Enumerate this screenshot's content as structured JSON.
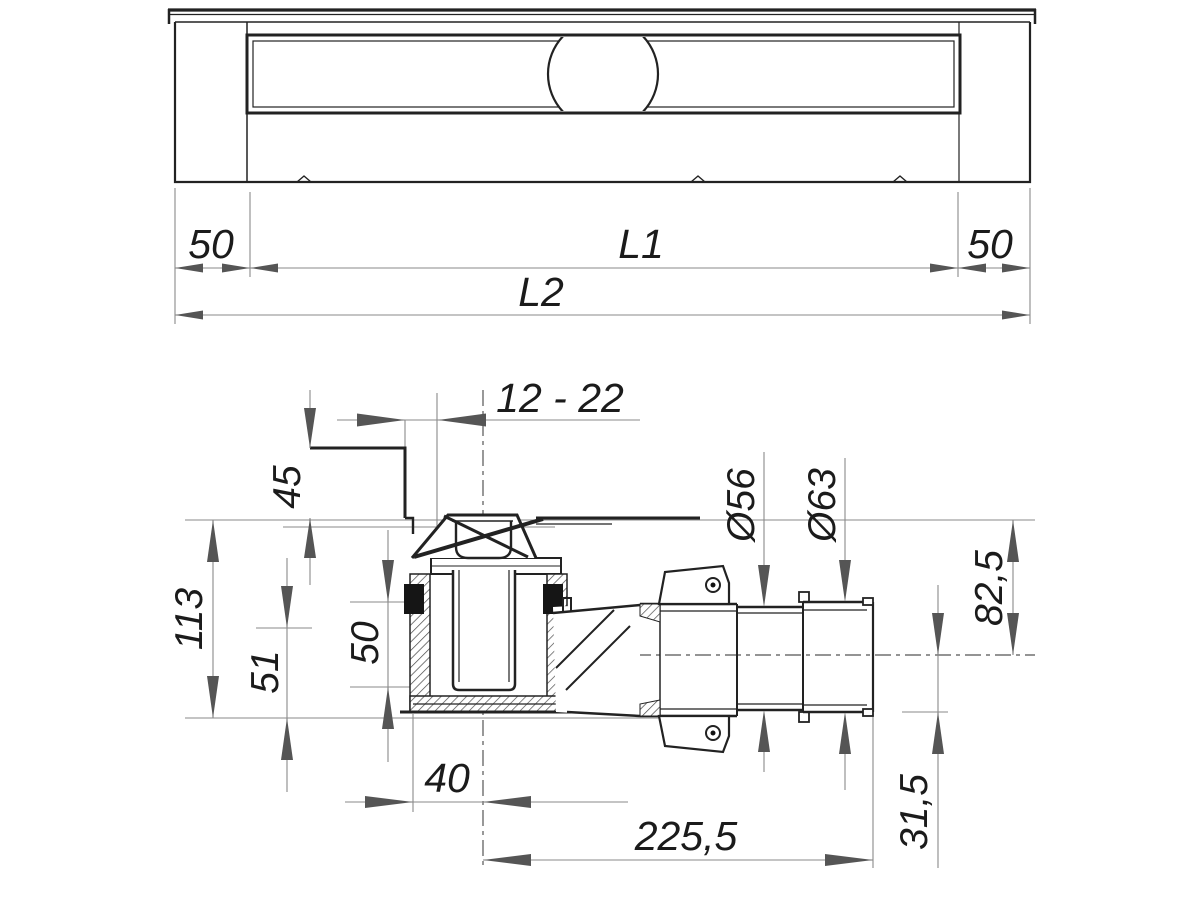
{
  "drawing": {
    "type": "technical-drawing",
    "background": "#ffffff",
    "geometry_color": "#1f1f1f",
    "dimension_line_color": "#8a8a8a",
    "arrow_color": "#555555",
    "text_color": "#1b1b1b"
  },
  "top_view": {
    "description": "shower drain channel, top view",
    "dims": {
      "end_left": "50",
      "grate_length": "L1",
      "end_right": "50",
      "total_length": "L2"
    }
  },
  "section_view": {
    "description": "drain trap / siphon, section view",
    "dims": {
      "wall_gap": "12 - 22",
      "edge_height": "45",
      "total_height": "113",
      "inlet_height": "51",
      "body_height": "50",
      "pipe_od_small": "Ø56",
      "pipe_od_large": "Ø63",
      "outlet_axis_depth": "82,5",
      "trap_offset": "40",
      "outlet_length": "225,5",
      "pipe_radius": "31,5"
    }
  }
}
